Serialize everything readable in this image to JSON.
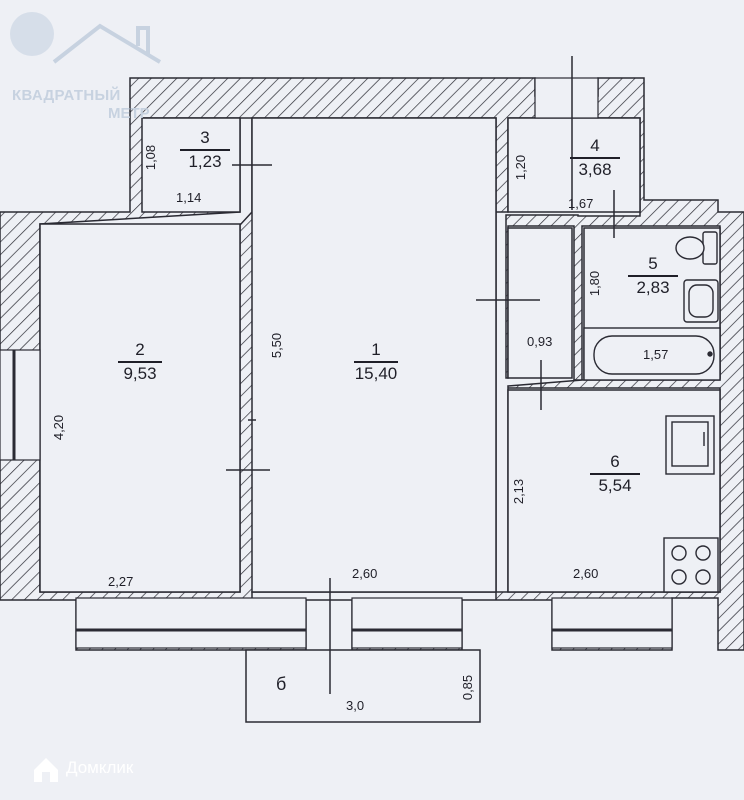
{
  "logo": {
    "line1": "КВАДРАТНЫЙ",
    "line2": "МЕТР"
  },
  "rooms": [
    {
      "number": "1",
      "area": "15,40"
    },
    {
      "number": "2",
      "area": "9,53"
    },
    {
      "number": "3",
      "area": "1,23"
    },
    {
      "number": "4",
      "area": "3,68"
    },
    {
      "number": "5",
      "area": "2,83"
    },
    {
      "number": "6",
      "area": "5,54"
    }
  ],
  "dimensions": {
    "room1_height": "5,50",
    "room1_width": "2,60",
    "room2_height": "4,20",
    "room2_width": "2,27",
    "room3_height": "1,08",
    "room3_width": "1,14",
    "room4_height": "1,20",
    "room4_width": "1,67",
    "room5_height": "1,80",
    "bath_length": "1,57",
    "corridor_width": "0,93",
    "room6_height": "2,13",
    "room6_width": "2,60",
    "balcony_width": "3,0",
    "balcony_depth": "0,85"
  },
  "balcony_label": "б",
  "watermark": "Домклик",
  "colors": {
    "background": "#eef0f5",
    "ink": "#1f1f28",
    "logo": "#c7d2e0"
  }
}
